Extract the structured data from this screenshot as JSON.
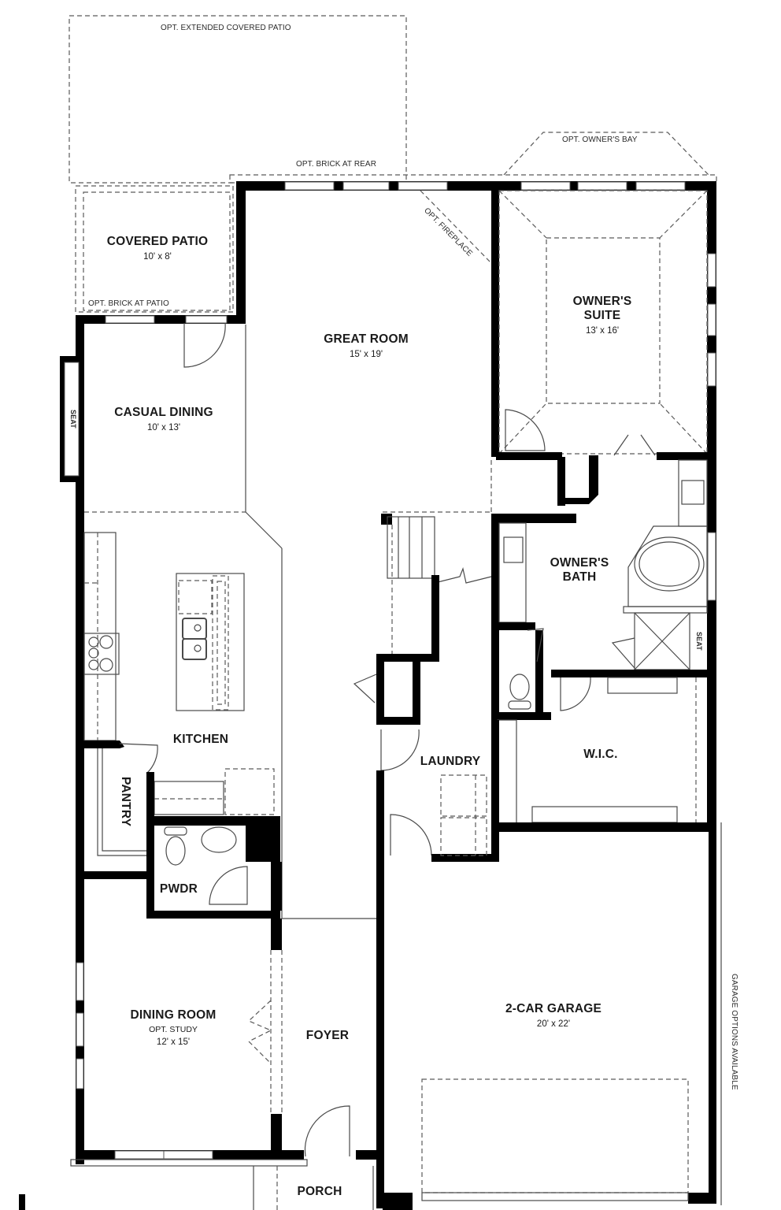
{
  "plan": {
    "rooms": [
      {
        "id": "covered-patio",
        "name": "COVERED PATIO",
        "dims": "10' x 8'"
      },
      {
        "id": "great-room",
        "name": "GREAT ROOM",
        "dims": "15' x 19'"
      },
      {
        "id": "owners-suite",
        "name_line1": "OWNER'S",
        "name_line2": "SUITE",
        "dims": "13' x 16'"
      },
      {
        "id": "casual-dining",
        "name": "CASUAL DINING",
        "dims": "10' x 13'"
      },
      {
        "id": "owners-bath",
        "name_line1": "OWNER'S",
        "name_line2": "BATH"
      },
      {
        "id": "kitchen",
        "name": "KITCHEN"
      },
      {
        "id": "laundry",
        "name": "LAUNDRY"
      },
      {
        "id": "wic",
        "name": "W.I.C."
      },
      {
        "id": "pantry",
        "name": "PANTRY"
      },
      {
        "id": "pwdr",
        "name": "PWDR"
      },
      {
        "id": "dining-room",
        "name": "DINING ROOM",
        "sub": "OPT. STUDY",
        "dims": "12' x 15'"
      },
      {
        "id": "foyer",
        "name": "FOYER"
      },
      {
        "id": "garage",
        "name": "2-CAR GARAGE",
        "dims": "20' x 22'"
      },
      {
        "id": "porch",
        "name": "PORCH"
      }
    ],
    "notes": {
      "opt_extended_patio": "OPT. EXTENDED COVERED PATIO",
      "opt_owners_bay": "OPT. OWNER'S BAY",
      "opt_brick_rear": "OPT. BRICK AT REAR",
      "opt_brick_patio": "OPT. BRICK AT PATIO",
      "opt_fireplace": "OPT. FIREPLACE",
      "seat_dining": "SEAT",
      "seat_bath": "SEAT",
      "garage_options": "GARAGE OPTIONS AVAILABLE"
    },
    "colors": {
      "wall": "#000000",
      "line": "#4a4a4a",
      "background": "#ffffff"
    }
  }
}
